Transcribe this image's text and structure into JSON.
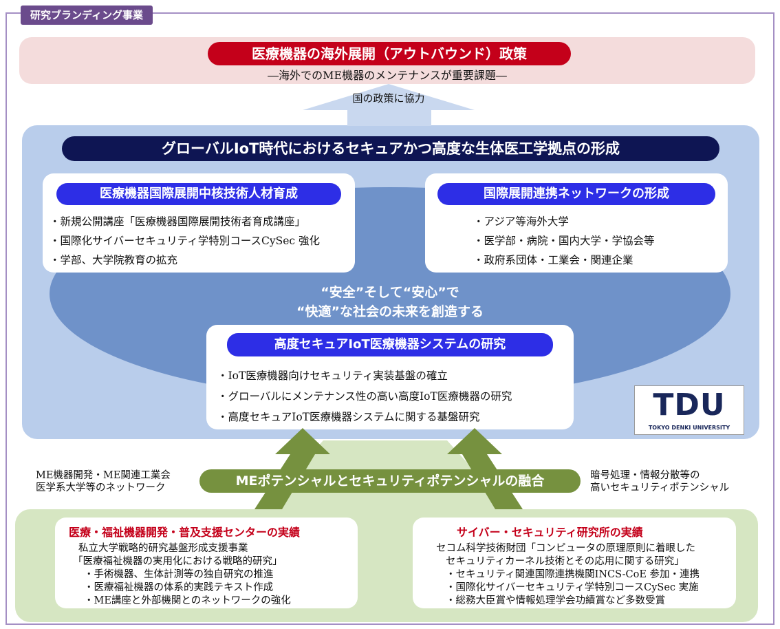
{
  "frame": {
    "tab_label": "研究ブランディング事業"
  },
  "top": {
    "title": "医療機器の海外展開（アウトバウンド）政策",
    "subtitle": "―海外でのME機器のメンテナンスが重要課題―",
    "arrow_label": "国の政策に協力"
  },
  "center": {
    "main_title": "グローバルIoT時代におけるセキュアかつ高度な生体医工学拠点の形成",
    "left_card": {
      "title": "医療機器国際展開中核技術人材育成",
      "items": [
        "・新規公開講座「医療機器国際展開技術者育成講座」",
        "・国際化サイバーセキュリティ学特別コースCySec 強化",
        "・学部、大学院教育の拡充"
      ]
    },
    "right_card": {
      "title": "国際展開連携ネットワークの形成",
      "items": [
        "・アジア等海外大学",
        "・医学部・病院・国内大学・学協会等",
        "・政府系団体・工業会・関連企業"
      ]
    },
    "slogan_line1": "“安全”そして“安心”で",
    "slogan_line2": "“快適”な社会の未来を創造する",
    "research_card": {
      "title": "高度セキュアIoT医療機器システムの研究",
      "items": [
        "・IoT医療機器向けセキュリティ実装基盤の確立",
        "・グローバルにメンテナンス性の高い高度IoT医療機器の研究",
        "・高度セキュアIoT医療機器システムに関する基盤研究"
      ]
    },
    "logo": {
      "text": "TDU",
      "subtext": "TOKYO DENKI UNIVERSITY"
    }
  },
  "fusion": {
    "title": "MEポテンシャルとセキュリティポテンシャルの融合",
    "left_note": [
      "ME機器開発・ME関連工業会",
      "医学系大学等のネットワーク"
    ],
    "right_note": [
      "暗号処理・情報分散等の",
      "高いセキュリティポテンシャル"
    ]
  },
  "bottom": {
    "left": {
      "title": "医療・福祉機器開発・普及支援センターの実績",
      "lines": [
        "私立大学戦略的研究基盤形成支援事業",
        "「医療福祉機器の実用化における戦略的研究」",
        "・手術機器、生体計測等の独自研究の推進",
        "・医療福祉機器の体系的実践テキスト作成",
        "・ME講座と外部機関とのネットワークの強化"
      ]
    },
    "right": {
      "title": "サイバー・セキュリティ研究所の実績",
      "lines": [
        "セコム科学技術財団「コンピュータの原理原則に着眼した",
        "セキュリティカーネル技術とその応用に関する研究」",
        "・セキュリティ関連国際連携機関INCS-CoE 参加・連携",
        "・国際化サイバーセキュリティ学特別コースCySec 実施",
        "・総務大臣賞や情報処理学会功績賞など多数受賞"
      ]
    }
  },
  "colors": {
    "frame": "#a48fc4",
    "red": "#c4001a",
    "navy": "#0e1553",
    "blue": "#2d2ee6",
    "light_blue": "#b9cdeb",
    "ellipse": "#6f92c9",
    "green": "#76913f",
    "light_green": "#d6e6c2",
    "pink": "#f4dcdc"
  }
}
